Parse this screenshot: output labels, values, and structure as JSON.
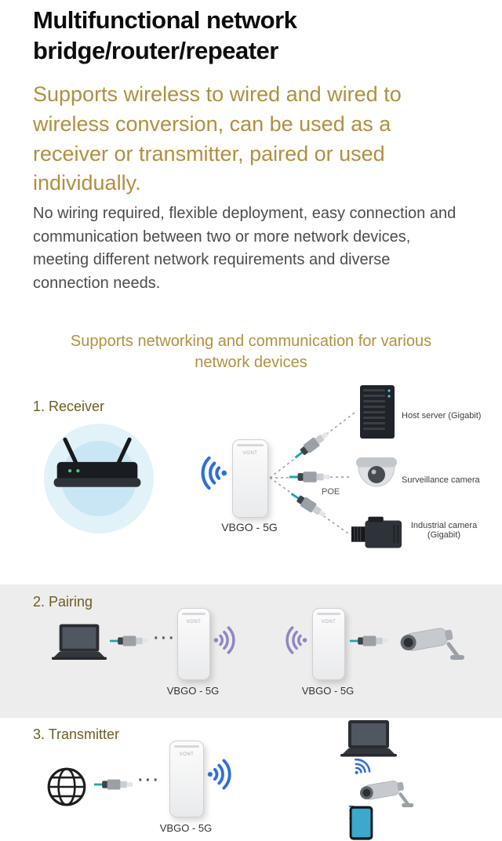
{
  "header": {
    "title": "Multifunctional network bridge/router/repeater",
    "subtitle": "Supports wireless to wired and wired to wireless conversion, can be used as a receiver or transmitter, paired or used individually.",
    "body": "No wiring required, flexible deployment, easy connection and communication between two or more network devices, meeting different network requirements and diverse connection needs.",
    "intro": "Supports networking and communication for various network devices"
  },
  "device": {
    "brand": "VONT",
    "model_label": "VBGO - 5G"
  },
  "receiver": {
    "heading": "1. Receiver",
    "device_label": "VBGO - 5G",
    "poe_label": "POE",
    "targets": {
      "server": "Host server (Gigabit)",
      "surveillance": "Surveillance camera",
      "industrial": "Industrial camera (Gigabit)"
    }
  },
  "pairing": {
    "heading": "2. Pairing",
    "ellipsis": "···",
    "left_device_label": "VBGO - 5G",
    "right_device_label": "VBGO - 5G"
  },
  "transmitter": {
    "heading": "3. Transmitter",
    "ellipsis": "···",
    "device_label": "VBGO - 5G"
  },
  "colors": {
    "gold_text": "#b28e3e",
    "section_heading": "#6f5c21",
    "body_text": "#4c4c4c",
    "wifi_blue": "#2e6fd6",
    "wifi_purple": "#8f86c2",
    "band_gray": "#ededed",
    "cable_teal": "#18a8b0",
    "glow_blue": "#c9e6f4"
  }
}
